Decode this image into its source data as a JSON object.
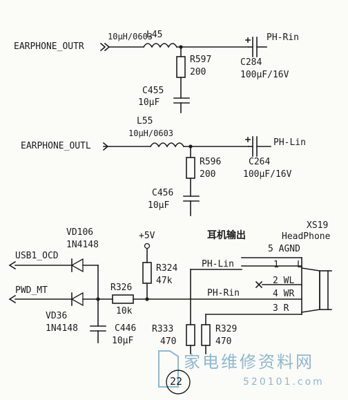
{
  "top_section": {
    "input_right": "EARPHONE_OUTR",
    "inductor_r_ref": "L45",
    "inductor_r_val": "10μH/0603",
    "resistor_r_ref": "R597",
    "resistor_r_val": "200",
    "cap_r_ref": "C455",
    "cap_r_val": "10μF",
    "coupling_cap_r_ref": "C284",
    "coupling_cap_r_val": "100μF/16V",
    "output_r": "PH-Rin",
    "input_left": "EARPHONE_OUTL",
    "inductor_l_ref": "L55",
    "inductor_l_val": "10μH/0603",
    "resistor_l_ref": "R596",
    "resistor_l_val": "200",
    "cap_l_ref": "C456",
    "cap_l_val": "10μF",
    "coupling_cap_l_ref": "C264",
    "coupling_cap_l_val": "100μF/16V",
    "output_l": "PH-Lin"
  },
  "bottom_section": {
    "title_cn": "耳机输出",
    "connector_ref": "XS19",
    "connector_name": "HeadPhone",
    "pin5": "5 AGND",
    "pin1": "1",
    "pin1_name": "L",
    "pin2": "2 WL",
    "pin4": "4 WR",
    "pin3": "3 R",
    "ph_lin": "PH-Lin",
    "ph_rin": "PH-Rin",
    "vcc": "+5V",
    "diode1_ref": "VD106",
    "diode1_val": "1N4148",
    "diode2_ref": "VD36",
    "diode2_val": "1N4148",
    "net_usb": "USB1_OCD",
    "net_pwd": "PWD_MT",
    "r326_ref": "R326",
    "r326_val": "10k",
    "r324_ref": "R324",
    "r324_val": "47k",
    "c446_ref": "C446",
    "c446_val": "10μF",
    "r333_ref": "R333",
    "r333_val": "470",
    "r329_ref": "R329",
    "r329_val": "470",
    "page_number": "22"
  },
  "watermark": {
    "site_cn": "家电维修资料网",
    "site_url": "520101.com"
  }
}
